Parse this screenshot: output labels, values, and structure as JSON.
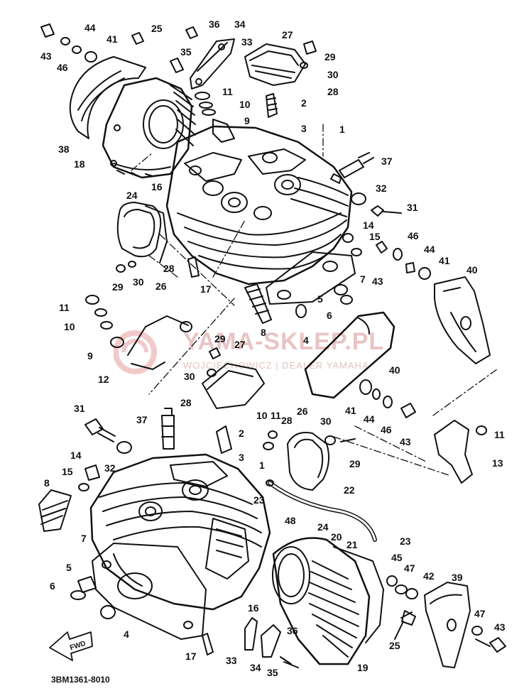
{
  "diagram": {
    "drawing_code": "3BM1361-8010",
    "fwd_label": "FWD",
    "watermark": {
      "main": "YAMA-SKLEP.PL",
      "sub": "WOJCIECHOWICZ | DEALER YAMAHA"
    },
    "callouts": [
      {
        "id": "c43a",
        "text": "43"
      },
      {
        "id": "c46a",
        "text": "46"
      },
      {
        "id": "c44a",
        "text": "44"
      },
      {
        "id": "c41a",
        "text": "41"
      },
      {
        "id": "c25a",
        "text": "25"
      },
      {
        "id": "c36a",
        "text": "36"
      },
      {
        "id": "c34a",
        "text": "34"
      },
      {
        "id": "c33a",
        "text": "33"
      },
      {
        "id": "c35a",
        "text": "35"
      },
      {
        "id": "c27a",
        "text": "27"
      },
      {
        "id": "c29a",
        "text": "29"
      },
      {
        "id": "c30a",
        "text": "30"
      },
      {
        "id": "c28a",
        "text": "28"
      },
      {
        "id": "c11a",
        "text": "11"
      },
      {
        "id": "c10a",
        "text": "10"
      },
      {
        "id": "c9a",
        "text": "9"
      },
      {
        "id": "c2a",
        "text": "2"
      },
      {
        "id": "c3a",
        "text": "3"
      },
      {
        "id": "c1a",
        "text": "1"
      },
      {
        "id": "c38",
        "text": "38"
      },
      {
        "id": "c18",
        "text": "18"
      },
      {
        "id": "c24a",
        "text": "24"
      },
      {
        "id": "c16a",
        "text": "16"
      },
      {
        "id": "c37a",
        "text": "37"
      },
      {
        "id": "c32a",
        "text": "32"
      },
      {
        "id": "c31a",
        "text": "31"
      },
      {
        "id": "c14a",
        "text": "14"
      },
      {
        "id": "c15a",
        "text": "15"
      },
      {
        "id": "c46b",
        "text": "46"
      },
      {
        "id": "c44b",
        "text": "44"
      },
      {
        "id": "c41b",
        "text": "41"
      },
      {
        "id": "c40a",
        "text": "40"
      },
      {
        "id": "c28b",
        "text": "28"
      },
      {
        "id": "c43b",
        "text": "43"
      },
      {
        "id": "c7a",
        "text": "7"
      },
      {
        "id": "c29b",
        "text": "29"
      },
      {
        "id": "c30b",
        "text": "30"
      },
      {
        "id": "c26a",
        "text": "26"
      },
      {
        "id": "c17a",
        "text": "17"
      },
      {
        "id": "c5a",
        "text": "5"
      },
      {
        "id": "c6a",
        "text": "6"
      },
      {
        "id": "c11b",
        "text": "11"
      },
      {
        "id": "c10b",
        "text": "10"
      },
      {
        "id": "c9b",
        "text": "9"
      },
      {
        "id": "c8a",
        "text": "8"
      },
      {
        "id": "c4a",
        "text": "4"
      },
      {
        "id": "c29c",
        "text": "29"
      },
      {
        "id": "c27b",
        "text": "27"
      },
      {
        "id": "c30c",
        "text": "30"
      },
      {
        "id": "c12",
        "text": "12"
      },
      {
        "id": "c40b",
        "text": "40"
      },
      {
        "id": "c28c",
        "text": "28"
      },
      {
        "id": "c41c",
        "text": "41"
      },
      {
        "id": "c44c",
        "text": "44"
      },
      {
        "id": "c46c",
        "text": "46"
      },
      {
        "id": "c43c",
        "text": "43"
      },
      {
        "id": "c11c",
        "text": "11"
      },
      {
        "id": "c31b",
        "text": "31"
      },
      {
        "id": "c37b",
        "text": "37"
      },
      {
        "id": "c2b",
        "text": "2"
      },
      {
        "id": "c10c",
        "text": "10"
      },
      {
        "id": "c11d",
        "text": "11"
      },
      {
        "id": "c26b",
        "text": "26"
      },
      {
        "id": "c28d",
        "text": "28"
      },
      {
        "id": "c30d",
        "text": "30"
      },
      {
        "id": "c3b",
        "text": "3"
      },
      {
        "id": "c1b",
        "text": "1"
      },
      {
        "id": "c29d",
        "text": "29"
      },
      {
        "id": "c13",
        "text": "13"
      },
      {
        "id": "c32b",
        "text": "32"
      },
      {
        "id": "c14b",
        "text": "14"
      },
      {
        "id": "c15b",
        "text": "15"
      },
      {
        "id": "c8b",
        "text": "8"
      },
      {
        "id": "c23a",
        "text": "23"
      },
      {
        "id": "c22",
        "text": "22"
      },
      {
        "id": "c7b",
        "text": "7"
      },
      {
        "id": "c48",
        "text": "48"
      },
      {
        "id": "c24b",
        "text": "24"
      },
      {
        "id": "c20",
        "text": "20"
      },
      {
        "id": "c21",
        "text": "21"
      },
      {
        "id": "c23b",
        "text": "23"
      },
      {
        "id": "c45",
        "text": "45"
      },
      {
        "id": "c47a",
        "text": "47"
      },
      {
        "id": "c42",
        "text": "42"
      },
      {
        "id": "c39",
        "text": "39"
      },
      {
        "id": "c5b",
        "text": "5"
      },
      {
        "id": "c6b",
        "text": "6"
      },
      {
        "id": "c16b",
        "text": "16"
      },
      {
        "id": "c4b",
        "text": "4"
      },
      {
        "id": "c47b",
        "text": "47"
      },
      {
        "id": "c43d",
        "text": "43"
      },
      {
        "id": "c36b",
        "text": "36"
      },
      {
        "id": "c25b",
        "text": "25"
      },
      {
        "id": "c17b",
        "text": "17"
      },
      {
        "id": "c33b",
        "text": "33"
      },
      {
        "id": "c34b",
        "text": "34"
      },
      {
        "id": "c35b",
        "text": "35"
      },
      {
        "id": "c19",
        "text": "19"
      }
    ]
  }
}
